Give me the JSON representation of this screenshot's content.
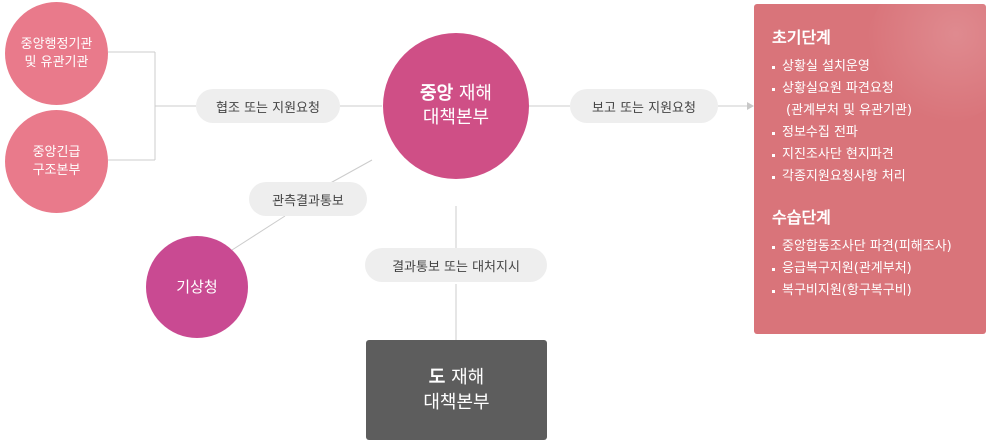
{
  "nodes": {
    "central_ministries": {
      "line1": "중앙행정기관",
      "line2": "및 유관기관"
    },
    "central_rescue": {
      "line1": "중앙긴급",
      "line2": "구조본부"
    },
    "central_hq": {
      "line1_bold": "중앙",
      "line1_rest": " 재해",
      "line2": "대책본부"
    },
    "weather": {
      "label": "기상청"
    },
    "province_hq": {
      "line1_bold": "도",
      "line1_rest": " 재해",
      "line2": "대책본부"
    }
  },
  "edges": {
    "cooperation": "협조 또는 지원요청",
    "observation": "관측결과통보",
    "report": "보고 또는 지원요청",
    "result_notice": "결과통보 또는 대처지시"
  },
  "colors": {
    "pink": "#e97a8b",
    "center": "#cf4f86",
    "magenta": "#c94a92",
    "dark": "#5d5d5d",
    "panel": "#d9747a",
    "pill": "#eeeeee",
    "line": "#cccccc"
  },
  "panel": {
    "stages": [
      {
        "title": "초기단계",
        "items": [
          {
            "text": "상황실 설치운영"
          },
          {
            "text": "상황실요원 파견요청",
            "sub": "(관계부처 및 유관기관)"
          },
          {
            "text": "정보수집 전파"
          },
          {
            "text": "지진조사단 현지파견"
          },
          {
            "text": "각종지원요청사항 처리"
          }
        ]
      },
      {
        "title": "수습단계",
        "items": [
          {
            "text": "중앙합동조사단 파견(피해조사)"
          },
          {
            "text": "응급복구지원(관계부처)"
          },
          {
            "text": "복구비지원(항구복구비)"
          }
        ]
      }
    ]
  }
}
